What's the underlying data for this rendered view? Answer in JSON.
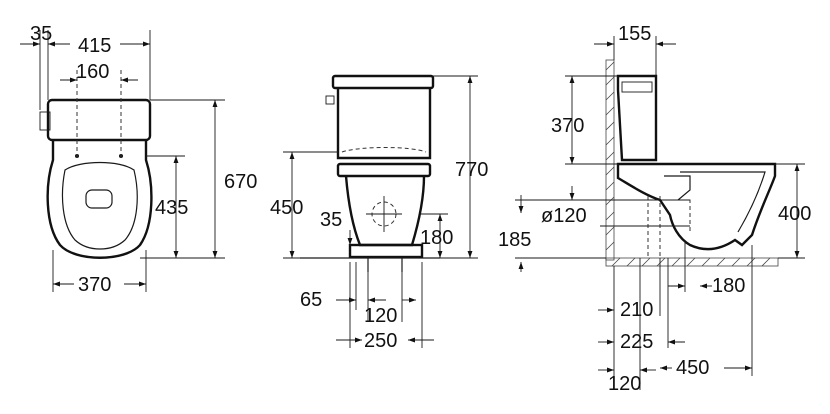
{
  "front_view": {
    "dims": {
      "left_offset": "35",
      "top_width": "415",
      "hole_spacing": "160",
      "total_height": "670",
      "seat_height": "435",
      "bottom_width": "370"
    }
  },
  "side_view": {
    "dims": {
      "total_height": "770",
      "pan_height": "450",
      "pipe_offset": "35",
      "outlet_height": "180",
      "floor_offset": "65",
      "bolt_spacing": "120",
      "base_width": "250"
    }
  },
  "section_view": {
    "dims": {
      "wall_gap": "155",
      "cistern_height": "370",
      "pipe_diameter": "ø120",
      "pipe_height": "185",
      "rim_height": "400",
      "outlet_from_wall": "180",
      "dim_210": "210",
      "dim_225": "225",
      "wall_to_pipe": "120",
      "depth": "450"
    }
  },
  "colors": {
    "ink": "#111111",
    "background": "#ffffff"
  }
}
